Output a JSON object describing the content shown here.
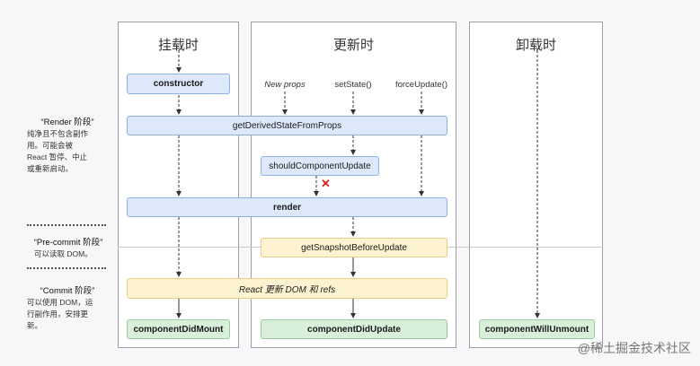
{
  "columns": {
    "mounting": "挂载时",
    "updating": "更新时",
    "unmounting": "卸载时"
  },
  "phases": {
    "render": {
      "title": "“Render 阶段”",
      "desc": [
        "纯净且不包含副作",
        "用。可能会被",
        "React 暂停、中止",
        "或重新启动。"
      ]
    },
    "precommit": {
      "title": "“Pre-commit 阶段”",
      "desc": [
        "可以读取 DOM。"
      ]
    },
    "commit": {
      "title": "“Commit 阶段”",
      "desc": [
        "可以使用 DOM，运",
        "行副作用，安排更",
        "新。"
      ]
    }
  },
  "triggers": {
    "new_props": "New props",
    "set_state": "setState()",
    "force_update": "forceUpdate()"
  },
  "boxes": {
    "constructor": "constructor",
    "get_derived": "getDerivedStateFromProps",
    "should_update": "shouldComponentUpdate",
    "render": "render",
    "get_snapshot": "getSnapshotBeforeUpdate",
    "react_updates": "React 更新 DOM 和 refs",
    "did_mount": "componentDidMount",
    "did_update": "componentDidUpdate",
    "will_unmount": "componentWillUnmount"
  },
  "watermark": "@稀土掘金技术社区",
  "colors": {
    "blue_fill": "#dde9fb",
    "yellow_fill": "#fdf3d0",
    "green_fill": "#d8efda",
    "cross": "#e02020"
  }
}
